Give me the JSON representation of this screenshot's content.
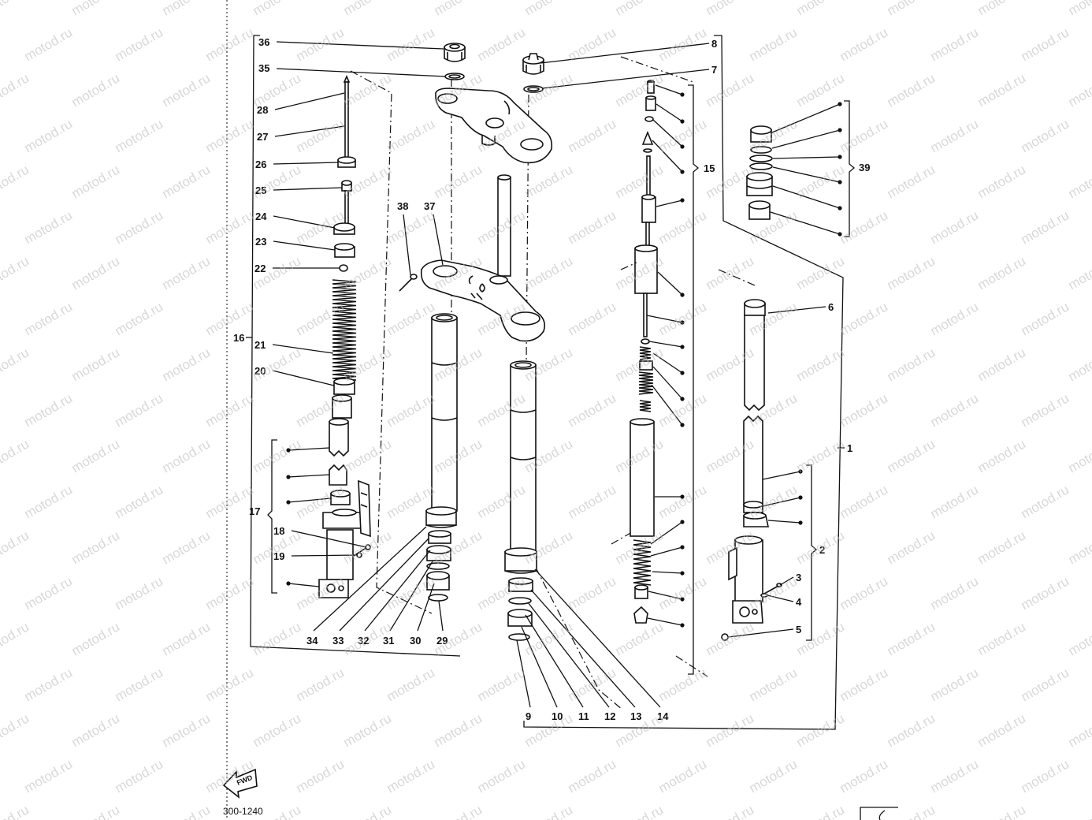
{
  "callouts": {
    "p1": "1",
    "p2": "2",
    "p3": "3",
    "p4": "4",
    "p5": "5",
    "p6": "6",
    "p7": "7",
    "p8": "8",
    "p9": "9",
    "p10": "10",
    "p11": "11",
    "p12": "12",
    "p13": "13",
    "p14": "14",
    "p15": "15",
    "p16": "16",
    "p17": "17",
    "p18": "18",
    "p19": "19",
    "p20": "20",
    "p21": "21",
    "p22": "22",
    "p23": "23",
    "p24": "24",
    "p25": "25",
    "p26": "26",
    "p27": "27",
    "p28": "28",
    "p29": "29",
    "p30": "30",
    "p31": "31",
    "p32": "32",
    "p33": "33",
    "p34": "34",
    "p35": "35",
    "p36": "36",
    "p37": "37",
    "p38": "38",
    "p39": "39"
  },
  "direction_label": "FWD",
  "part_code": "300-1240",
  "watermark": "motod.ru"
}
